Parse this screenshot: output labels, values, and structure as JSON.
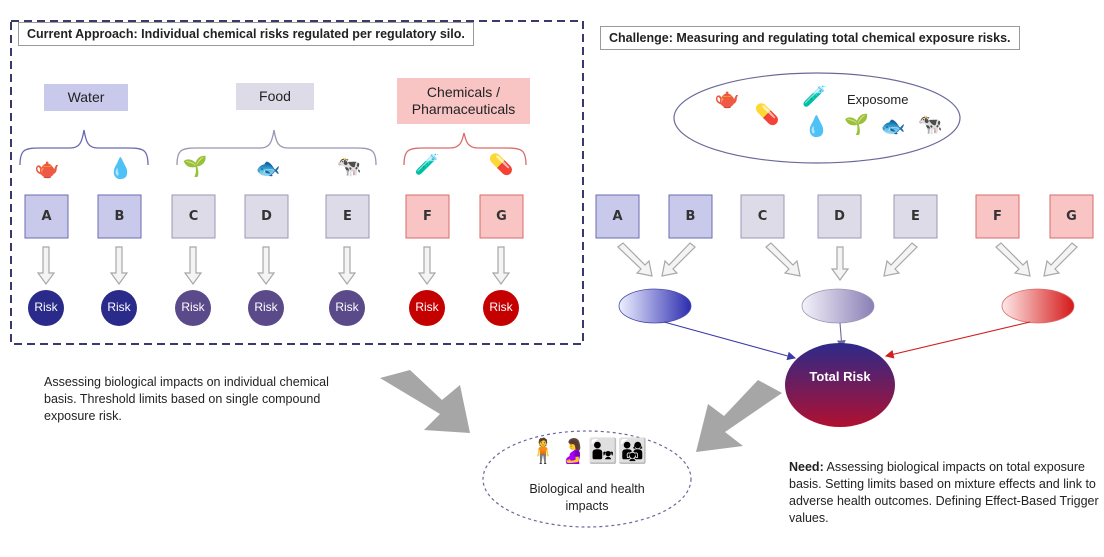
{
  "left": {
    "header": "Current Approach: Individual chemical risks regulated per regulatory silo.",
    "categories": {
      "water": "Water",
      "food": "Food",
      "chemicals": "Chemicals / Pharmaceuticals"
    },
    "boxes": [
      "A",
      "B",
      "C",
      "D",
      "E",
      "F",
      "G"
    ],
    "risk_label": "Risk",
    "description": "Assessing biological impacts on individual chemical basis. Threshold limits based on single compound exposure risk."
  },
  "right": {
    "header": "Challenge: Measuring and regulating total chemical exposure risks.",
    "exposome_label": "Exposome",
    "boxes": [
      "A",
      "B",
      "C",
      "D",
      "E",
      "F",
      "G"
    ],
    "total_risk": "Total Risk",
    "need_label": "Need:",
    "need_text": " Assessing biological impacts on total exposure basis. Setting limits based on mixture effects and link to adverse health outcomes. Defining Effect-Based Trigger values."
  },
  "impacts_label": "Biological and health impacts",
  "colors": {
    "water_fill": "#c9c9ec",
    "water_stroke": "#6b6bb0",
    "food_fill": "#dedbe9",
    "food_stroke": "#9b95b3",
    "chem_fill": "#f9c4c4",
    "chem_stroke": "#d96b6b",
    "risk_blue": "#2a2a8a",
    "risk_purple": "#5a4a8a",
    "risk_red": "#c40000",
    "dashed_border": "#3a3a6a"
  },
  "icons": [
    "watering-can-icon",
    "drop-icon",
    "plant-icon",
    "fish-icon",
    "cow-icon",
    "beaker-icon",
    "pill-bottle-icon",
    "family-icon"
  ]
}
